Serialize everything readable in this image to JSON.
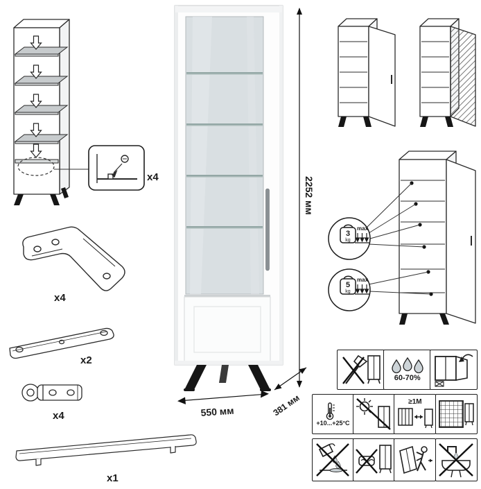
{
  "parts": {
    "shelf_support": {
      "qty": "x4"
    },
    "leg": {
      "qty": "x4"
    },
    "rail": {
      "qty": "x2"
    },
    "hinge": {
      "qty": "x4"
    },
    "handle": {
      "qty": "x1"
    }
  },
  "dimensions": {
    "height": "2252 мм",
    "width": "550 мм",
    "depth": "381 мм"
  },
  "load_limits": {
    "glass_shelf": {
      "value": "3",
      "unit": "kg",
      "max_label": "max"
    },
    "bottom_shelf": {
      "value": "5",
      "unit": "kg",
      "max_label": "max"
    }
  },
  "care": {
    "humidity": "60-70%",
    "temperature": "+10...+25°C",
    "min_distance": "≥1M"
  },
  "icons": {
    "row1": [
      "no-impact-icon",
      "humidity-icon",
      "no-open-window-icon"
    ],
    "row2": [
      "temperature-range-icon",
      "no-direct-sunlight-icon",
      "heater-distance-icon",
      "no-heat-source-icon"
    ],
    "row3": [
      "no-spill-icon",
      "no-abrasive-icon",
      "carry-carefully-icon",
      "no-washing-icon"
    ]
  }
}
